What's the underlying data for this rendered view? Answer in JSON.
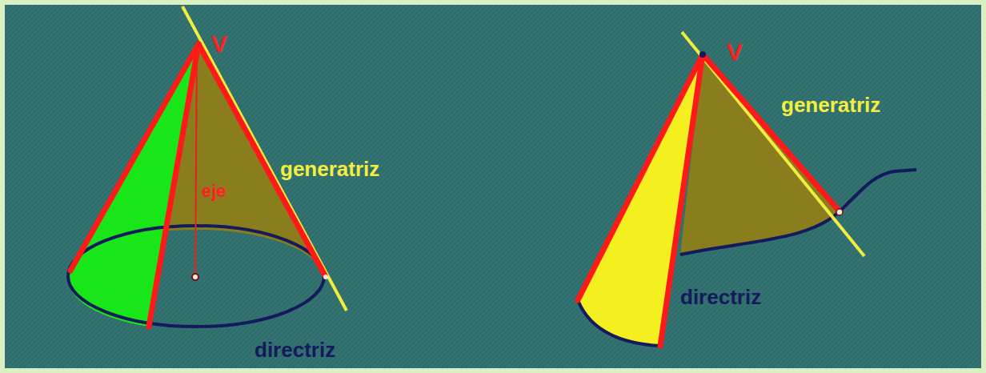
{
  "diagram": {
    "labels": [
      "V",
      "eje",
      "generatriz",
      "directriz",
      "V",
      "generatriz",
      "directriz"
    ]
  }
}
